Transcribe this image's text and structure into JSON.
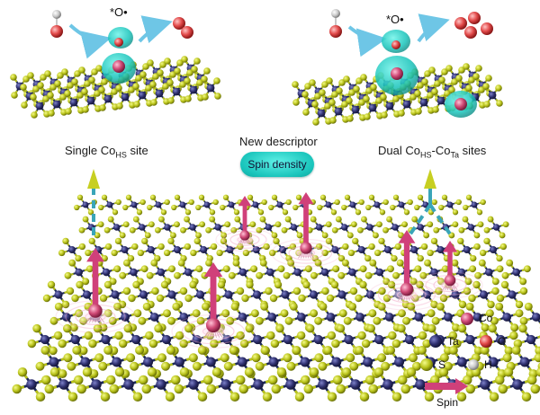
{
  "descriptor": {
    "title": "New descriptor",
    "pill": "Spin density"
  },
  "panels": {
    "left": {
      "label_prefix": "Single Co",
      "label_sub": "HS",
      "label_suffix": " site",
      "radical": "*O•"
    },
    "right": {
      "label_prefix": "Dual Co",
      "label_sub1": "HS",
      "label_mid": "-Co",
      "label_sub2": "Ta",
      "label_suffix": " sites",
      "radical": "*O•"
    }
  },
  "legend": {
    "co": "Co",
    "ta": "Ta",
    "o": "O",
    "s": "S",
    "h": "H",
    "spin": "Spin"
  },
  "colors": {
    "ta": "#2e2f6e",
    "s": "#b8c21a",
    "co": "#d04a76",
    "o": "#e24a4a",
    "h": "#c8c8c8",
    "spin_arrow": "#d0407a",
    "spin_cloud": "#19c4bb",
    "flow_arrow": "#6ec6e6",
    "lift_arrow": "#b5c21a"
  }
}
